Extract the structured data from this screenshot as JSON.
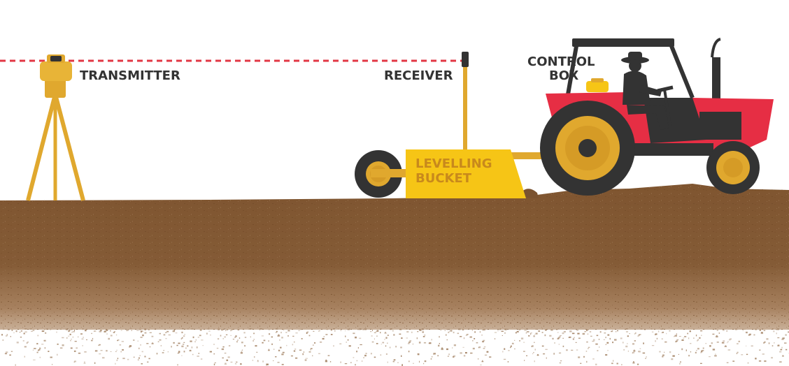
{
  "labels": {
    "transmitter": "TRANSMITTER",
    "receiver": "RECEIVER",
    "control_box_line1": "CONTROL",
    "control_box_line2": "BOX",
    "bucket_line1": "LEVELLING",
    "bucket_line2": "BUCKET"
  },
  "colors": {
    "laser_beam": "#e23744",
    "equipment_gold": "#e0a82e",
    "bucket_yellow": "#f6c516",
    "bucket_text": "#c8891c",
    "tractor_red": "#e62e44",
    "tractor_dark": "#333333",
    "soil_top": "#7f5530",
    "soil_bottom": "#b08c6c",
    "label_text": "#333333"
  },
  "icons": {
    "transmitter": "tripod-laser-transmitter-icon",
    "receiver": "mast-receiver-icon",
    "tractor": "tractor-icon",
    "driver": "farmer-driver-icon"
  }
}
